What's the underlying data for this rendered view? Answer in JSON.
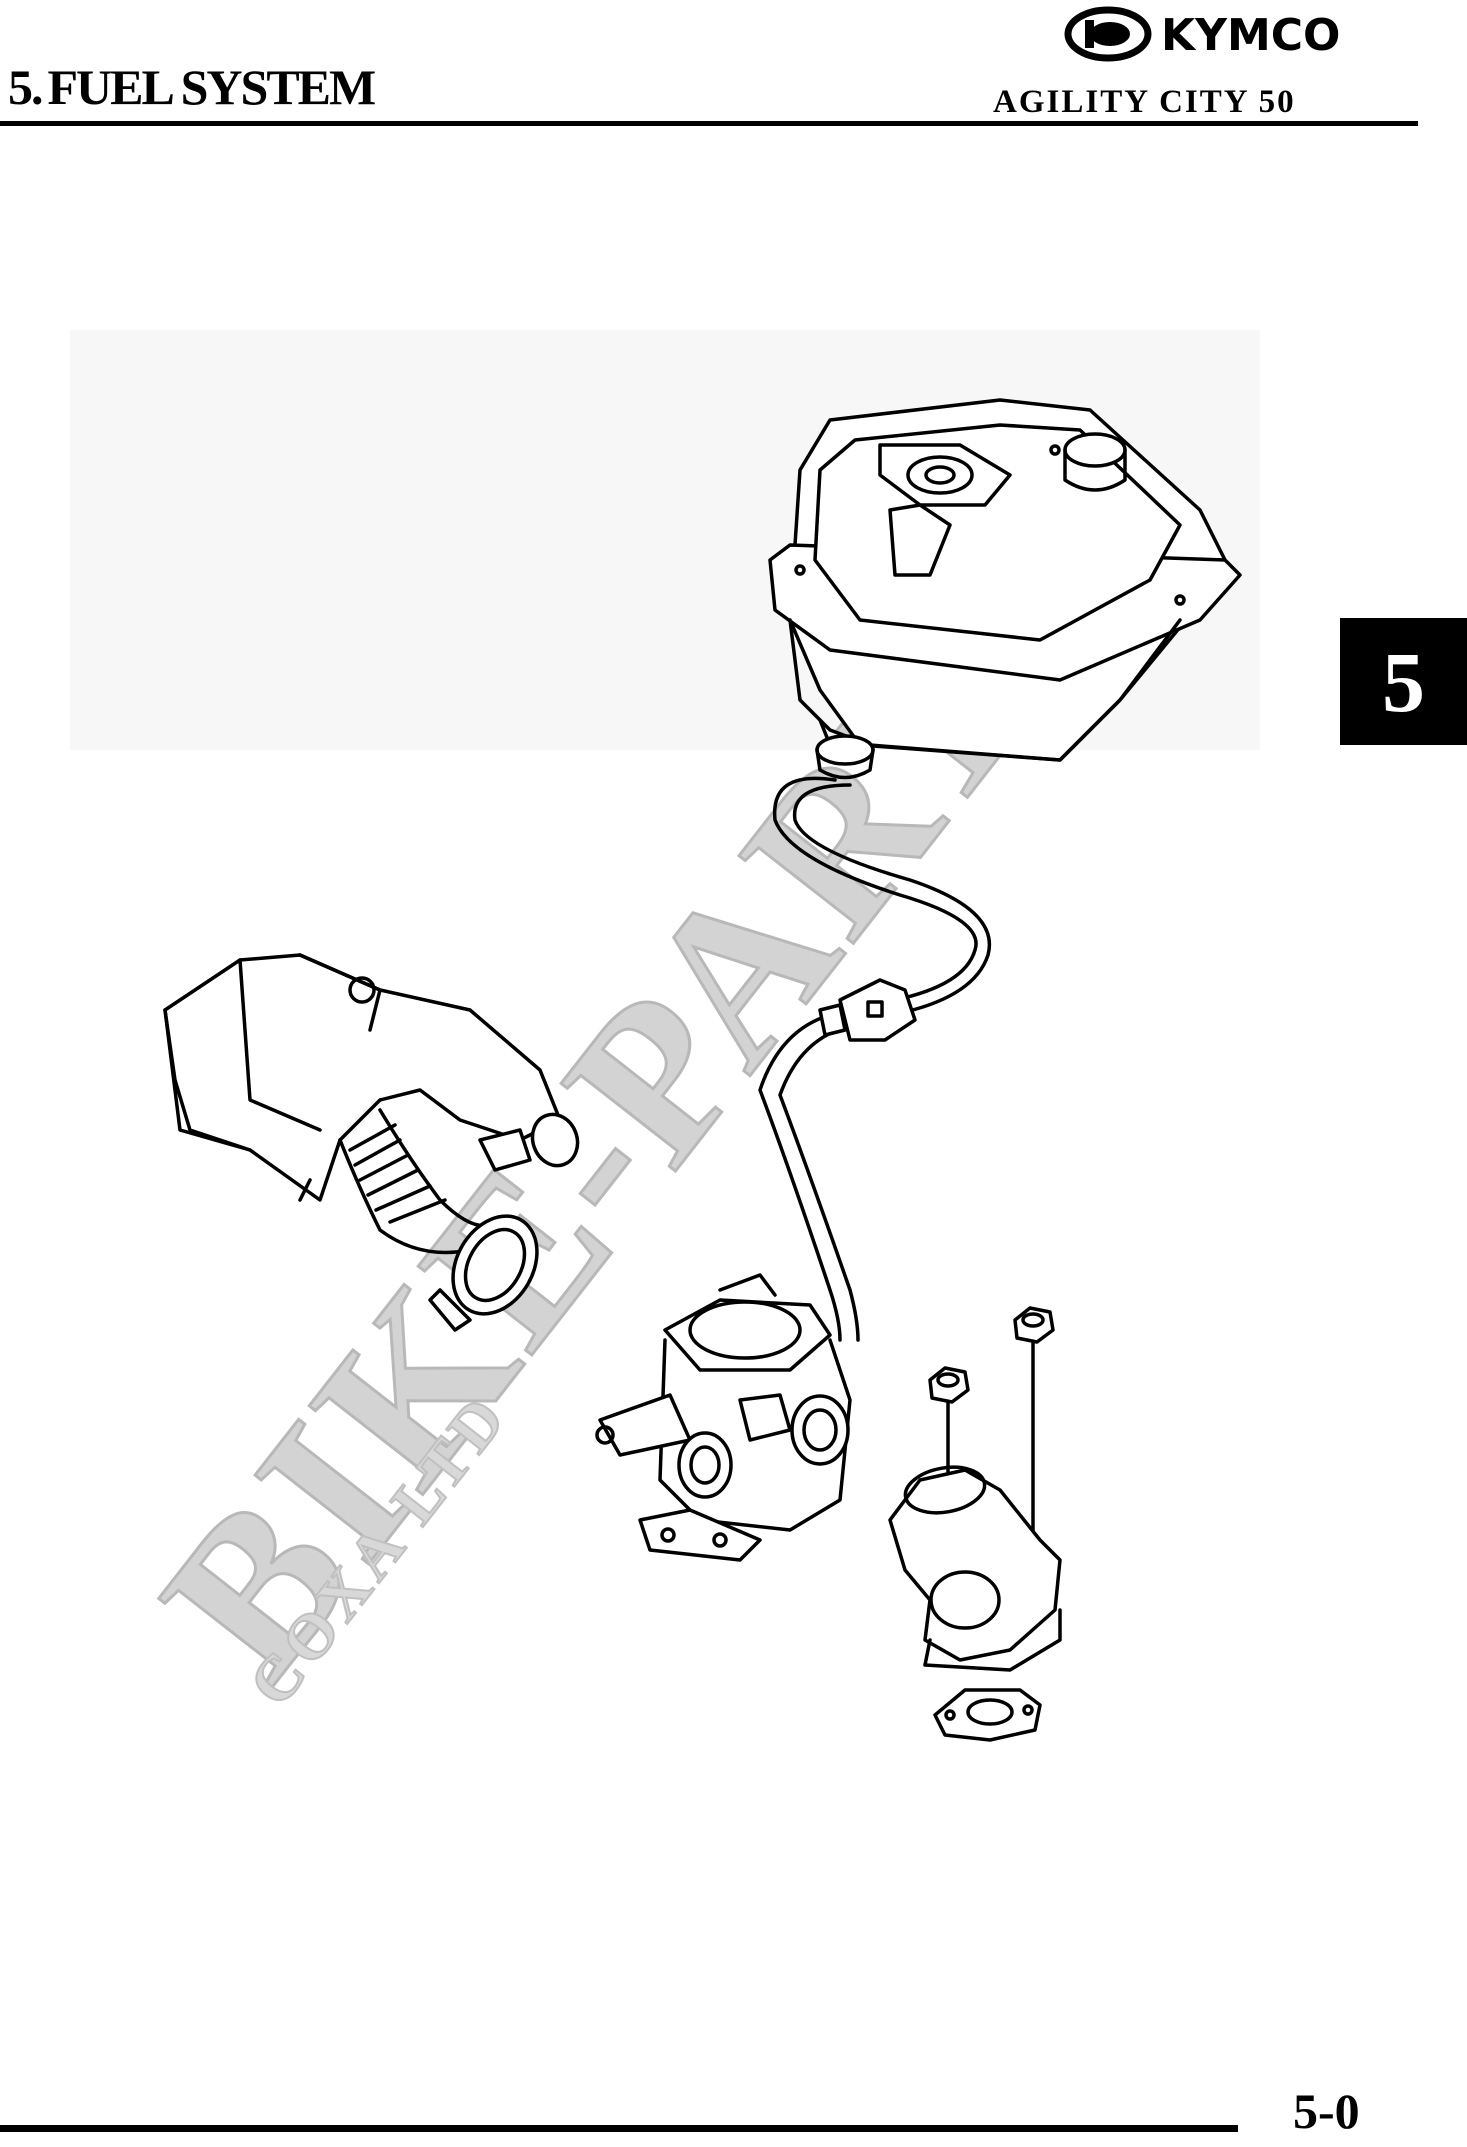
{
  "header": {
    "chapter_number": "5.",
    "chapter_title": "FUEL SYSTEM",
    "brand": "KYMCO",
    "model": "AGILITY CITY 50"
  },
  "chapter_tab": "5",
  "watermark": {
    "main": "BIKE-PARTS",
    "sub": "COXA LTD"
  },
  "illustration": {
    "parts": [
      "fuel-tank",
      "fuel-hose",
      "fuel-filter",
      "air-cleaner-duct",
      "carburetor",
      "intake-manifold",
      "flange-nut",
      "gasket"
    ]
  },
  "footer": {
    "page_number": "5-0"
  },
  "colors": {
    "ink": "#000000",
    "watermark": "#cfcfcf",
    "paper": "#ffffff"
  }
}
